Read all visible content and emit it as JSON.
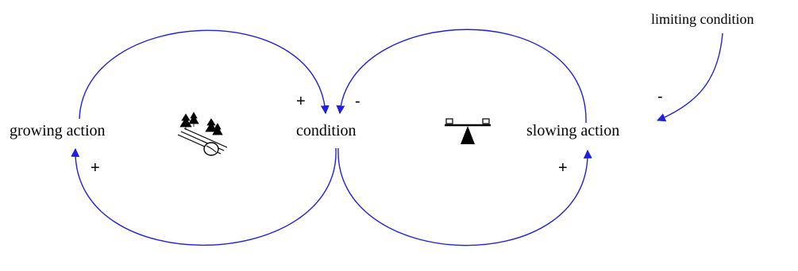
{
  "diagram": {
    "type": "causal-loop",
    "link_color": "#2020e0",
    "nodes": {
      "growing_action": "growing action",
      "condition": "condition",
      "slowing_action": "slowing action",
      "limiting_condition": "limiting condition"
    },
    "loops": {
      "reinforcing_icon": "snowball-icon",
      "balancing_icon": "balance-scale-icon"
    },
    "polarities": {
      "growing_to_condition": "+",
      "condition_to_growing": "+",
      "slowing_to_condition": "-",
      "condition_to_slowing": "+",
      "limiting_to_slowing": "-"
    }
  }
}
